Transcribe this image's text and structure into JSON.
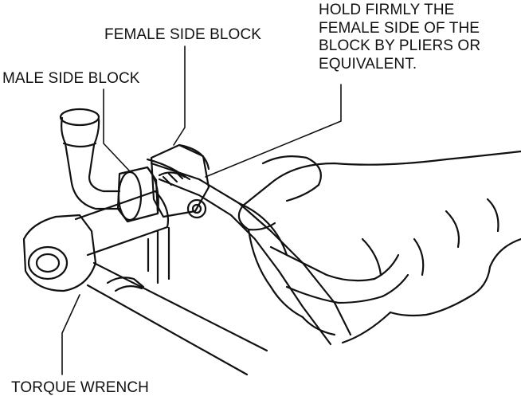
{
  "labels": {
    "female_side_block": "FEMALE SIDE BLOCK",
    "male_side_block": "MALE SIDE BLOCK",
    "hold_instruction": [
      "HOLD FIRMLY THE",
      "FEMALE SIDE OF THE",
      "BLOCK BY PLIERS OR",
      "EQUIVALENT."
    ],
    "torque_wrench": "TORQUE WRENCH"
  },
  "colors": {
    "ink": "#111111",
    "background": "#ffffff"
  }
}
